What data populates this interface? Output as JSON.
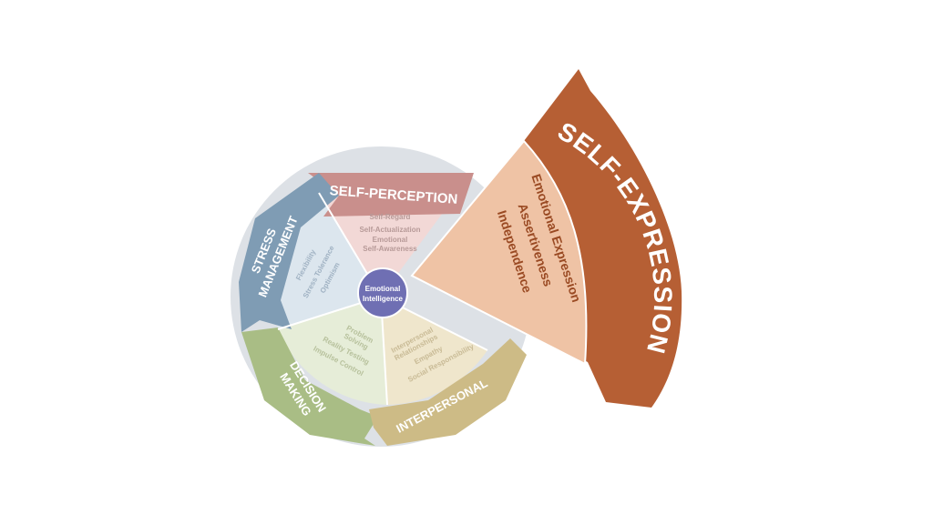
{
  "center": {
    "label_line1": "Emotional",
    "label_line2": "Intelligence"
  },
  "composites": {
    "self_perception": {
      "title": "SELF-PERCEPTION",
      "subscales": [
        "Self-Regard",
        "Self-Actualization",
        "Emotional",
        "Self-Awareness"
      ]
    },
    "stress_management": {
      "title_line1": "STRESS",
      "title_line2": "MANAGEMENT",
      "subscales": [
        "Flexibility",
        "Stress Tolerance",
        "Optimism"
      ]
    },
    "decision_making": {
      "title_line1": "DECISION",
      "title_line2": "MAKING",
      "subscales": [
        "Problem",
        "Solving",
        "Reality Testing",
        "Impulse Control"
      ]
    },
    "interpersonal": {
      "title": "INTERPERSONAL",
      "subscales": [
        "Interpersonal",
        "Relationships",
        "Empathy",
        "Social Responsibility"
      ]
    },
    "self_expression": {
      "title": "SELF-EXPRESSION",
      "subscales": [
        "Emotional Expression",
        "Assertiveness",
        "Independence"
      ]
    }
  },
  "colors": {
    "self_perception_band": "#c98f8c",
    "self_perception_inner": "#f2d8d6",
    "stress_band": "#7f9cb4",
    "stress_inner": "#dce6ee",
    "decision_band": "#a9bd85",
    "decision_inner": "#e6edd8",
    "interpersonal_band": "#cdbb86",
    "interpersonal_inner": "#efe6cc",
    "self_expression_band": "#b65f34",
    "self_expression_inner": "#efc3a5",
    "center": "#6f6fb3",
    "outer_ring": "#dde1e6"
  }
}
